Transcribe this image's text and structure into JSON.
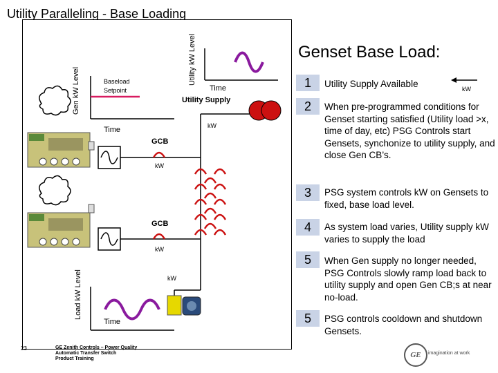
{
  "title": "Utility Paralleling - Base Loading",
  "diagram": {
    "gen_kw_level": "Gen kW Level",
    "utility_kw_level": "Utility kW Level",
    "load_kw_level": "Load kW Level",
    "baseload_setpoint": "Baseload Setpoint",
    "time_top": "Time",
    "time_left": "Time",
    "time_bottom": "Time",
    "utility_supply": "Utility Supply",
    "kw_utility": "kW",
    "gcb_top": "GCB",
    "kw_gen_top": "kW",
    "gcb_bottom": "GCB",
    "kw_gen_bottom": "kW",
    "kw_load": "kW"
  },
  "panel": {
    "heading": "Genset Base Load:",
    "kw_arrow_label": "kW",
    "steps": [
      {
        "num": "1",
        "text": "Utility Supply Available"
      },
      {
        "num": "2",
        "text": "When pre-programmed conditions for Genset starting satisfied (Utility load >x, time of day, etc) PSG Controls start Gensets, synchonize to utility supply, and close Gen CB’s."
      },
      {
        "num": "3",
        "text": "PSG system controls kW on Gensets to fixed, base load level."
      },
      {
        "num": "4",
        "text": "As system load varies, Utility supply kW varies to supply the load"
      },
      {
        "num": "5",
        "text": "When Gen supply no longer needed, PSG Controls slowly ramp load back to utility supply and open Gen CB;s at near no-load."
      },
      {
        "num": "5",
        "text": "PSG controls cooldown and shutdown Gensets."
      }
    ]
  },
  "footer": {
    "page_number": "23",
    "line1": "GE Zenith Controls – Power Quality",
    "line2": "Automatic Transfer Switch",
    "line3": "Product Training",
    "logo_text": "GE",
    "brand": "imagination at work"
  },
  "colors": {
    "red": "#cc1111",
    "purple": "#8a1a9e",
    "blue_box": "#c9d3e6",
    "green": "#7a9a3a"
  }
}
